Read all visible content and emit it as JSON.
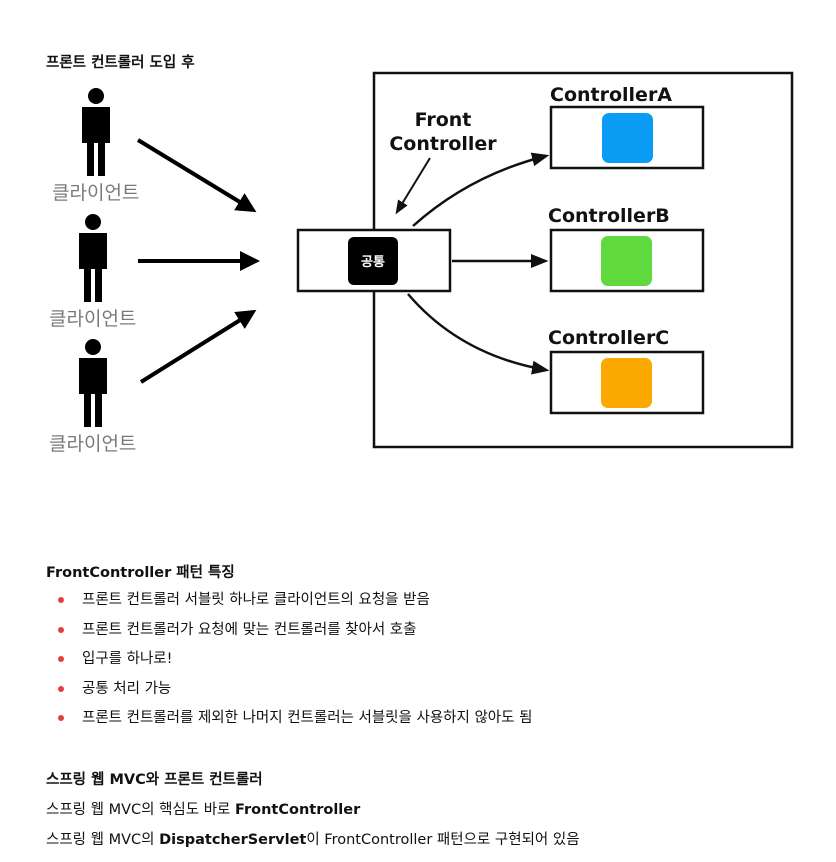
{
  "diagram": {
    "heading": "프론트 컨트롤러 도입 후",
    "clients": [
      {
        "label": "클라이언트"
      },
      {
        "label": "클라이언트"
      },
      {
        "label": "클라이언트"
      }
    ],
    "front_controller": {
      "label_line1": "Front",
      "label_line2": "Controller",
      "common_label": "공통"
    },
    "controllers": [
      {
        "label": "ControllerA",
        "color": "#0a9cf5"
      },
      {
        "label": "ControllerB",
        "color": "#5fd93d"
      },
      {
        "label": "ControllerC",
        "color": "#fba901"
      }
    ]
  },
  "features": {
    "title": "FrontController 패턴 특징",
    "items": [
      "프론트 컨트롤러 서블릿 하나로 클라이언트의 요청을 받음",
      "프론트 컨트롤러가 요청에 맞는 컨트롤러를 찾아서 호출",
      "입구를 하나로!",
      "공통 처리 가능",
      "프론트 컨트롤러를 제외한 나머지 컨트롤러는 서블릿을 사용하지 않아도 됨"
    ],
    "bullet_color": "#e0403f"
  },
  "spring": {
    "title": "스프링 웹 MVC와 프론트 컨트롤러",
    "line1_prefix": "스프링 웹 MVC의 핵심도 바로 ",
    "line1_bold": "FrontController",
    "line2_prefix": "스프링 웹 MVC의 ",
    "line2_bold": "DispatcherServlet",
    "line2_suffix": "이 FrontController 패턴으로 구현되어 있음"
  }
}
